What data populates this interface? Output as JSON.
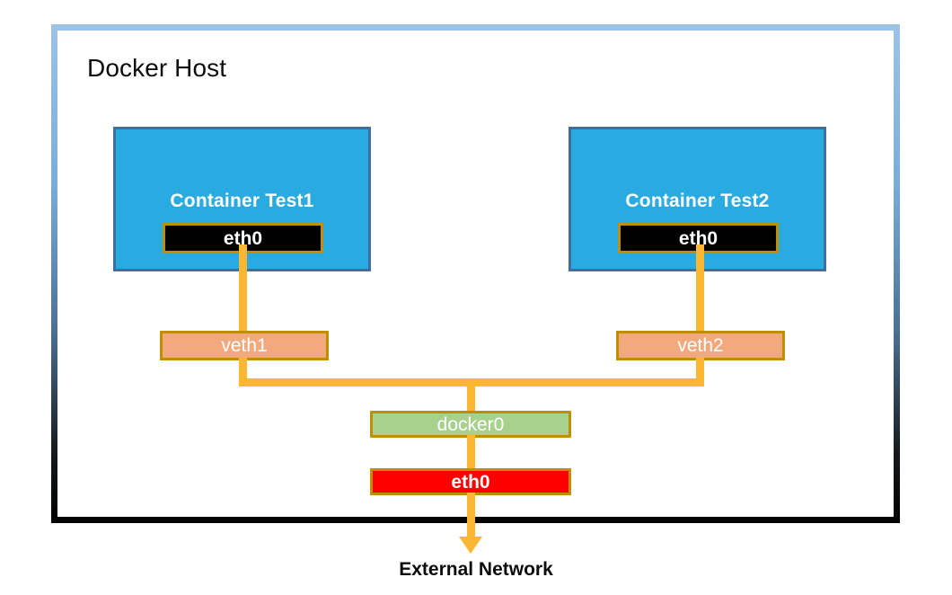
{
  "diagram": {
    "title": "Docker Host",
    "external_label": "External Network",
    "containers": [
      {
        "name": "Container Test1",
        "interface": "eth0"
      },
      {
        "name": "Container Test2",
        "interface": "eth0"
      }
    ],
    "veths": [
      {
        "label": "veth1"
      },
      {
        "label": "veth2"
      }
    ],
    "bridge": {
      "label": "docker0"
    },
    "host_interface": {
      "label": "eth0"
    },
    "colors": {
      "host_border_top": "#9DC3E6",
      "host_border_bottom": "#000000",
      "container_fill": "#29ABE2",
      "container_border": "#3F6F9F",
      "container_eth_fill": "#000000",
      "accent_border": "#BF8F00",
      "veth_fill": "#F2A97D",
      "bridge_fill": "#A9D18E",
      "host_eth_fill": "#FE0000",
      "connector": "#FBB731",
      "text_light": "#FFFFFF",
      "text_dark": "#0D0D0D"
    }
  }
}
